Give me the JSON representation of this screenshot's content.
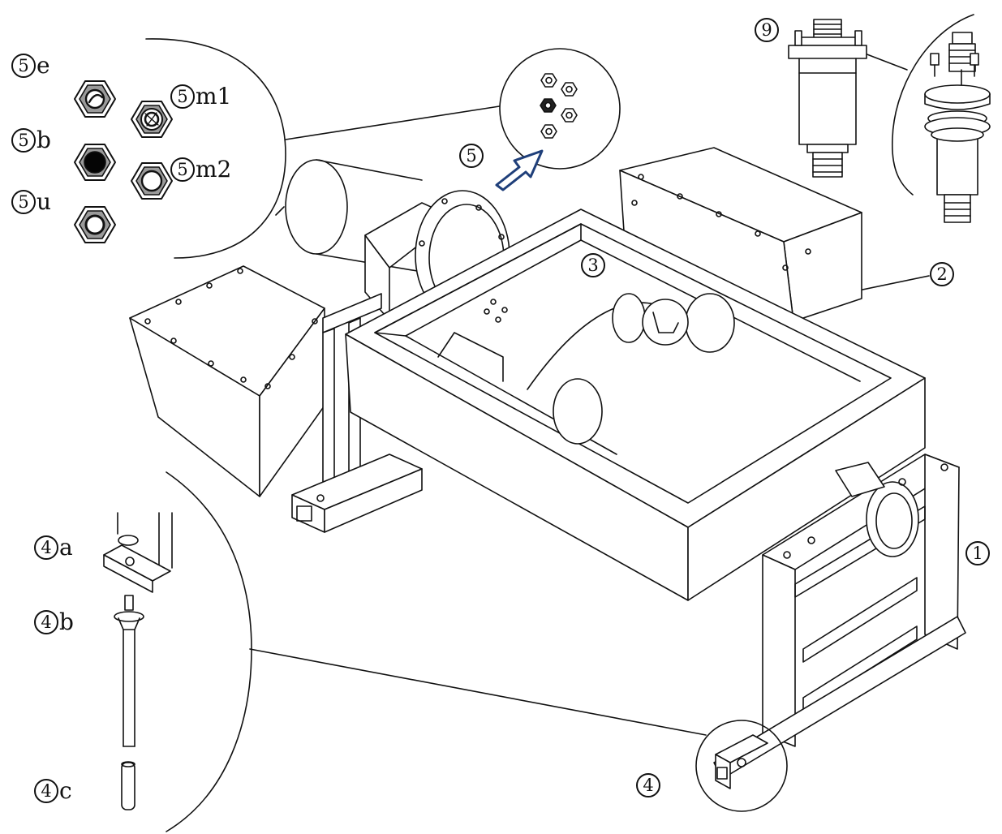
{
  "colors": {
    "line": "#111111",
    "accent_arrow": "#1f3f7a",
    "background": "#ffffff"
  },
  "labels": {
    "five_e": {
      "number": "5",
      "suffix": "e"
    },
    "five_b": {
      "number": "5",
      "suffix": "b"
    },
    "five_u": {
      "number": "5",
      "suffix": "u"
    },
    "five_m1": {
      "number": "5",
      "suffix": "m1"
    },
    "five_m2": {
      "number": "5",
      "suffix": "m2"
    },
    "five": {
      "number": "5",
      "suffix": ""
    },
    "nine": {
      "number": "9",
      "suffix": ""
    },
    "three": {
      "number": "3",
      "suffix": ""
    },
    "two": {
      "number": "2",
      "suffix": ""
    },
    "one": {
      "number": "1",
      "suffix": ""
    },
    "four": {
      "number": "4",
      "suffix": ""
    },
    "four_a": {
      "number": "4",
      "suffix": "a"
    },
    "four_b": {
      "number": "4",
      "suffix": "b"
    },
    "four_c": {
      "number": "4",
      "suffix": "c"
    }
  }
}
